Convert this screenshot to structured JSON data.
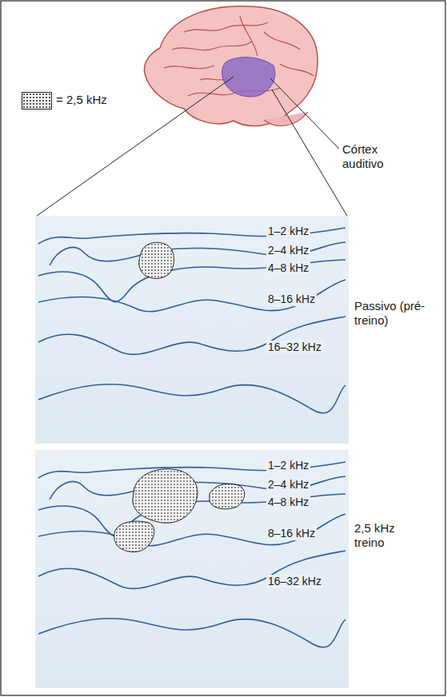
{
  "diagram": {
    "labels": [
      "Córtex auditivo",
      "1–2 kHz",
      "2–4 kHz",
      "4–8 kHz",
      "8–16 kHz",
      "16–32 kHz",
      "Passivo (pré-treino)",
      "1–2 kHz",
      "2–4 kHz",
      "4–8 kHz",
      "8–16 kHz",
      "16–32 kHz",
      "2,5 kHz treino"
    ],
    "legend": [
      {
        "text": "= 2,5 kHz"
      }
    ]
  }
}
